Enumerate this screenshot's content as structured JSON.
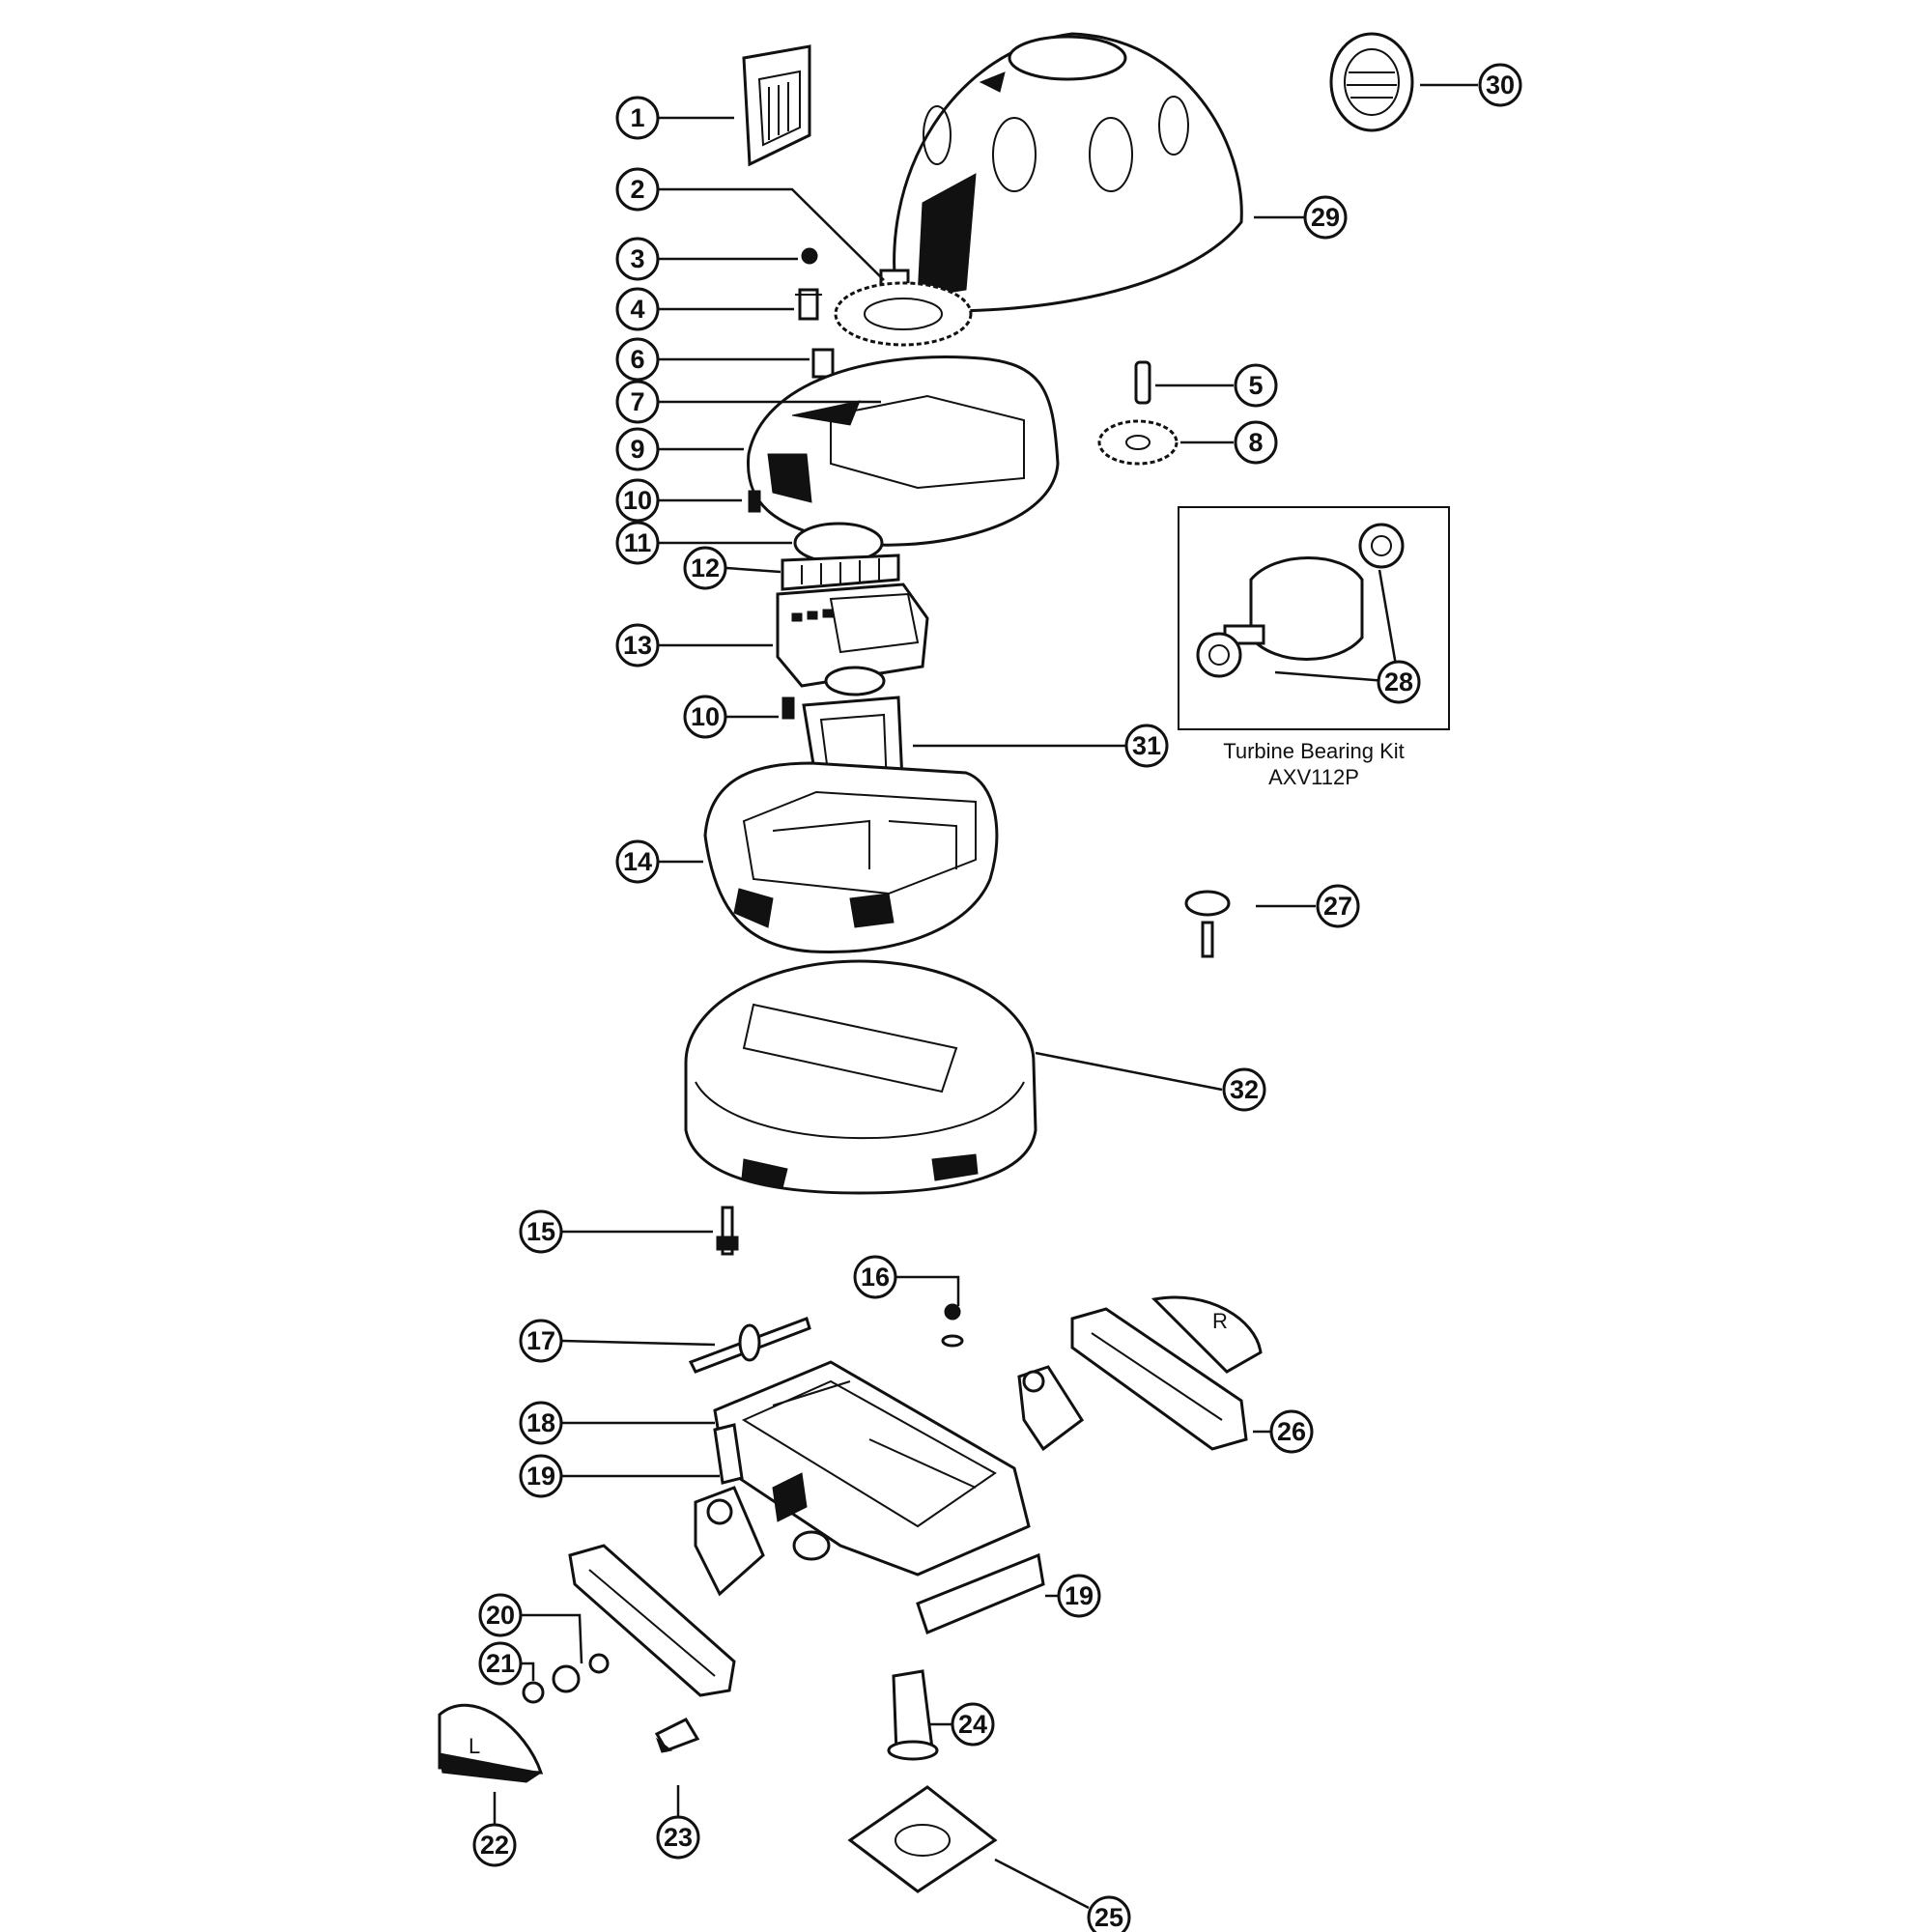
{
  "callouts": [
    {
      "label": "1"
    },
    {
      "label": "2"
    },
    {
      "label": "3"
    },
    {
      "label": "4"
    },
    {
      "label": "6"
    },
    {
      "label": "7"
    },
    {
      "label": "9"
    },
    {
      "label": "10"
    },
    {
      "label": "11"
    },
    {
      "label": "12"
    },
    {
      "label": "13"
    },
    {
      "label": "10"
    },
    {
      "label": "14"
    },
    {
      "label": "15"
    },
    {
      "label": "17"
    },
    {
      "label": "18"
    },
    {
      "label": "19"
    },
    {
      "label": "20"
    },
    {
      "label": "21"
    },
    {
      "label": "22"
    },
    {
      "label": "23"
    },
    {
      "label": "24"
    },
    {
      "label": "25"
    },
    {
      "label": "19"
    },
    {
      "label": "16"
    },
    {
      "label": "26"
    },
    {
      "label": "27"
    },
    {
      "label": "32"
    },
    {
      "label": "31"
    },
    {
      "label": "28"
    },
    {
      "label": "5"
    },
    {
      "label": "8"
    },
    {
      "label": "29"
    },
    {
      "label": "30"
    }
  ],
  "kit": {
    "title": "Turbine Bearing Kit",
    "part_number": "AXV112P"
  },
  "letters": {
    "right": "R",
    "left": "L"
  }
}
